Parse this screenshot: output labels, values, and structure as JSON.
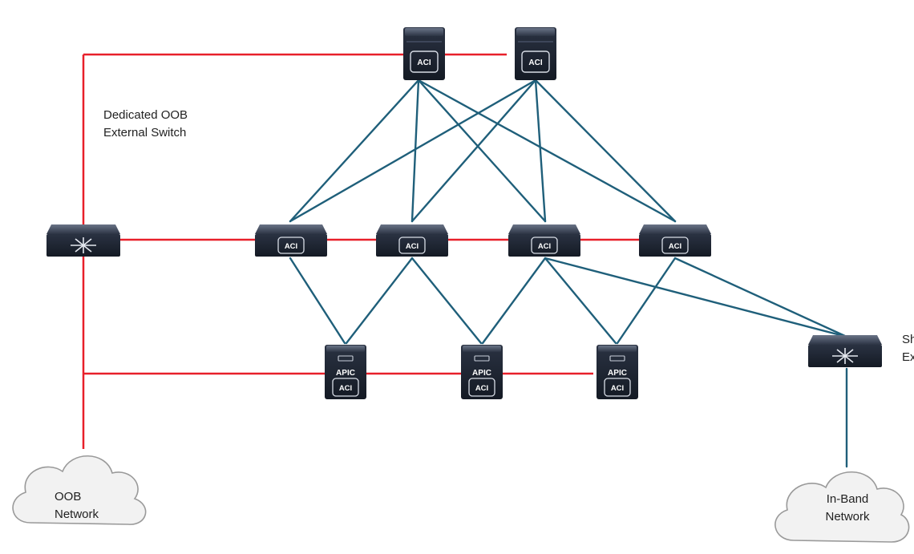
{
  "colors": {
    "oob_link": "#e8202a",
    "fabric_link": "#1f5f7a",
    "device_dark": "#1d2431",
    "device_mid": "#3a4458",
    "cloud_fill": "#f2f2f2",
    "cloud_stroke": "#9a9a9a",
    "label_text": "#222222"
  },
  "labels": {
    "oob_switch_line1": "Dedicated OOB",
    "oob_switch_line2": "External Switch",
    "inband_switch_line1": "Sh",
    "inband_switch_line2": "Ex",
    "oob_cloud_line1": "OOB",
    "oob_cloud_line2": "Network",
    "inband_cloud_line1": "In-Band",
    "inband_cloud_line2": "Network"
  },
  "device_text": {
    "aci": "ACI",
    "apic": "APIC"
  },
  "devices": {
    "spines": [
      {
        "name": "spine-1",
        "icon": "aci-spine-switch-icon"
      },
      {
        "name": "spine-2",
        "icon": "aci-spine-switch-icon"
      }
    ],
    "leaves": [
      {
        "name": "leaf-1",
        "icon": "aci-leaf-switch-icon"
      },
      {
        "name": "leaf-2",
        "icon": "aci-leaf-switch-icon"
      },
      {
        "name": "leaf-3",
        "icon": "aci-leaf-switch-icon"
      },
      {
        "name": "leaf-4",
        "icon": "aci-leaf-switch-icon"
      }
    ],
    "apics": [
      {
        "name": "apic-1",
        "icon": "apic-server-icon"
      },
      {
        "name": "apic-2",
        "icon": "apic-server-icon"
      },
      {
        "name": "apic-3",
        "icon": "apic-server-icon"
      }
    ],
    "external_switches": [
      {
        "name": "oob-external-switch",
        "icon": "layer3-switch-icon"
      },
      {
        "name": "inband-external-switch",
        "icon": "layer3-switch-icon"
      }
    ],
    "clouds": [
      {
        "name": "oob-network-cloud",
        "icon": "cloud-icon"
      },
      {
        "name": "inband-network-cloud",
        "icon": "cloud-icon"
      }
    ]
  }
}
